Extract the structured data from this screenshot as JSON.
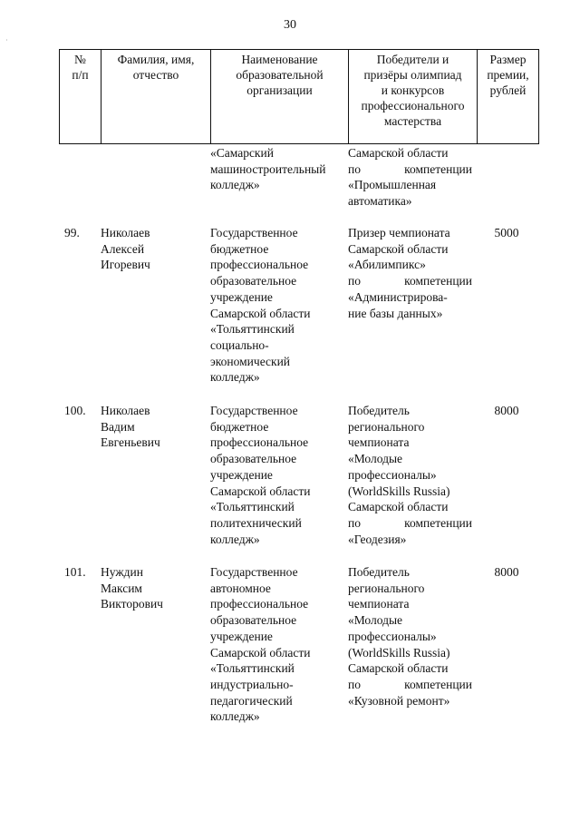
{
  "page_number": "30",
  "corner_mark": "·",
  "header": {
    "col1": [
      "№",
      "п/п"
    ],
    "col2": [
      "Фамилия, имя,",
      "отчество"
    ],
    "col3": [
      "Наименование",
      "образовательной",
      "организации"
    ],
    "col4": [
      "Победители и",
      "призёры олимпиад",
      "и конкурсов",
      "профессионального",
      "мастерства"
    ],
    "col5": [
      "Размер",
      "премии,",
      "рублей"
    ]
  },
  "rows": [
    {
      "num": "",
      "name": [],
      "org": [
        "«Самарский",
        "машиностроительный",
        "колледж»"
      ],
      "award": [
        [
          "Самарской области"
        ],
        [
          "по",
          "компетенции"
        ],
        [
          "«Промышленная"
        ],
        [
          "автоматика»"
        ]
      ],
      "amount": ""
    },
    {
      "num": "99.",
      "name": [
        "Николаев",
        "Алексей",
        "Игоревич"
      ],
      "org": [
        "Государственное",
        "бюджетное",
        "профессиональное",
        "образовательное",
        "учреждение",
        "Самарской области",
        "«Тольяттинский",
        "социально-",
        "экономический",
        "колледж»"
      ],
      "award": [
        [
          "Призер чемпионата"
        ],
        [
          "Самарской области"
        ],
        [
          "«Абилимпикс»"
        ],
        [
          "по",
          "компетенции"
        ],
        [
          "«Администрирова-"
        ],
        [
          "ние базы данных»"
        ]
      ],
      "amount": "5000"
    },
    {
      "num": "100.",
      "name": [
        "Николаев",
        "Вадим",
        "Евгеньевич"
      ],
      "org": [
        "Государственное",
        "бюджетное",
        "профессиональное",
        "образовательное",
        "учреждение",
        "Самарской области",
        "«Тольяттинский",
        "политехнический",
        "колледж»"
      ],
      "award": [
        [
          "Победитель"
        ],
        [
          "регионального"
        ],
        [
          "чемпионата"
        ],
        [
          "«Молодые"
        ],
        [
          "профессионалы»"
        ],
        [
          "(WorldSkills Russia)"
        ],
        [
          "Самарской области"
        ],
        [
          "по",
          "компетенции"
        ],
        [
          "«Геодезия»"
        ]
      ],
      "amount": "8000"
    },
    {
      "num": "101.",
      "name": [
        "Нуждин",
        "Максим",
        "Викторович"
      ],
      "org": [
        "Государственное",
        "автономное",
        "профессиональное",
        "образовательное",
        "учреждение",
        "Самарской области",
        "«Тольяттинский",
        "индустриально-",
        "педагогический",
        "колледж»"
      ],
      "award": [
        [
          "Победитель"
        ],
        [
          "регионального"
        ],
        [
          "чемпионата"
        ],
        [
          "«Молодые"
        ],
        [
          "профессионалы»"
        ],
        [
          "(WorldSkills Russia)"
        ],
        [
          "Самарской области"
        ],
        [
          "по",
          "компетенции"
        ],
        [
          "«Кузовной ремонт»"
        ]
      ],
      "amount": "8000"
    }
  ]
}
